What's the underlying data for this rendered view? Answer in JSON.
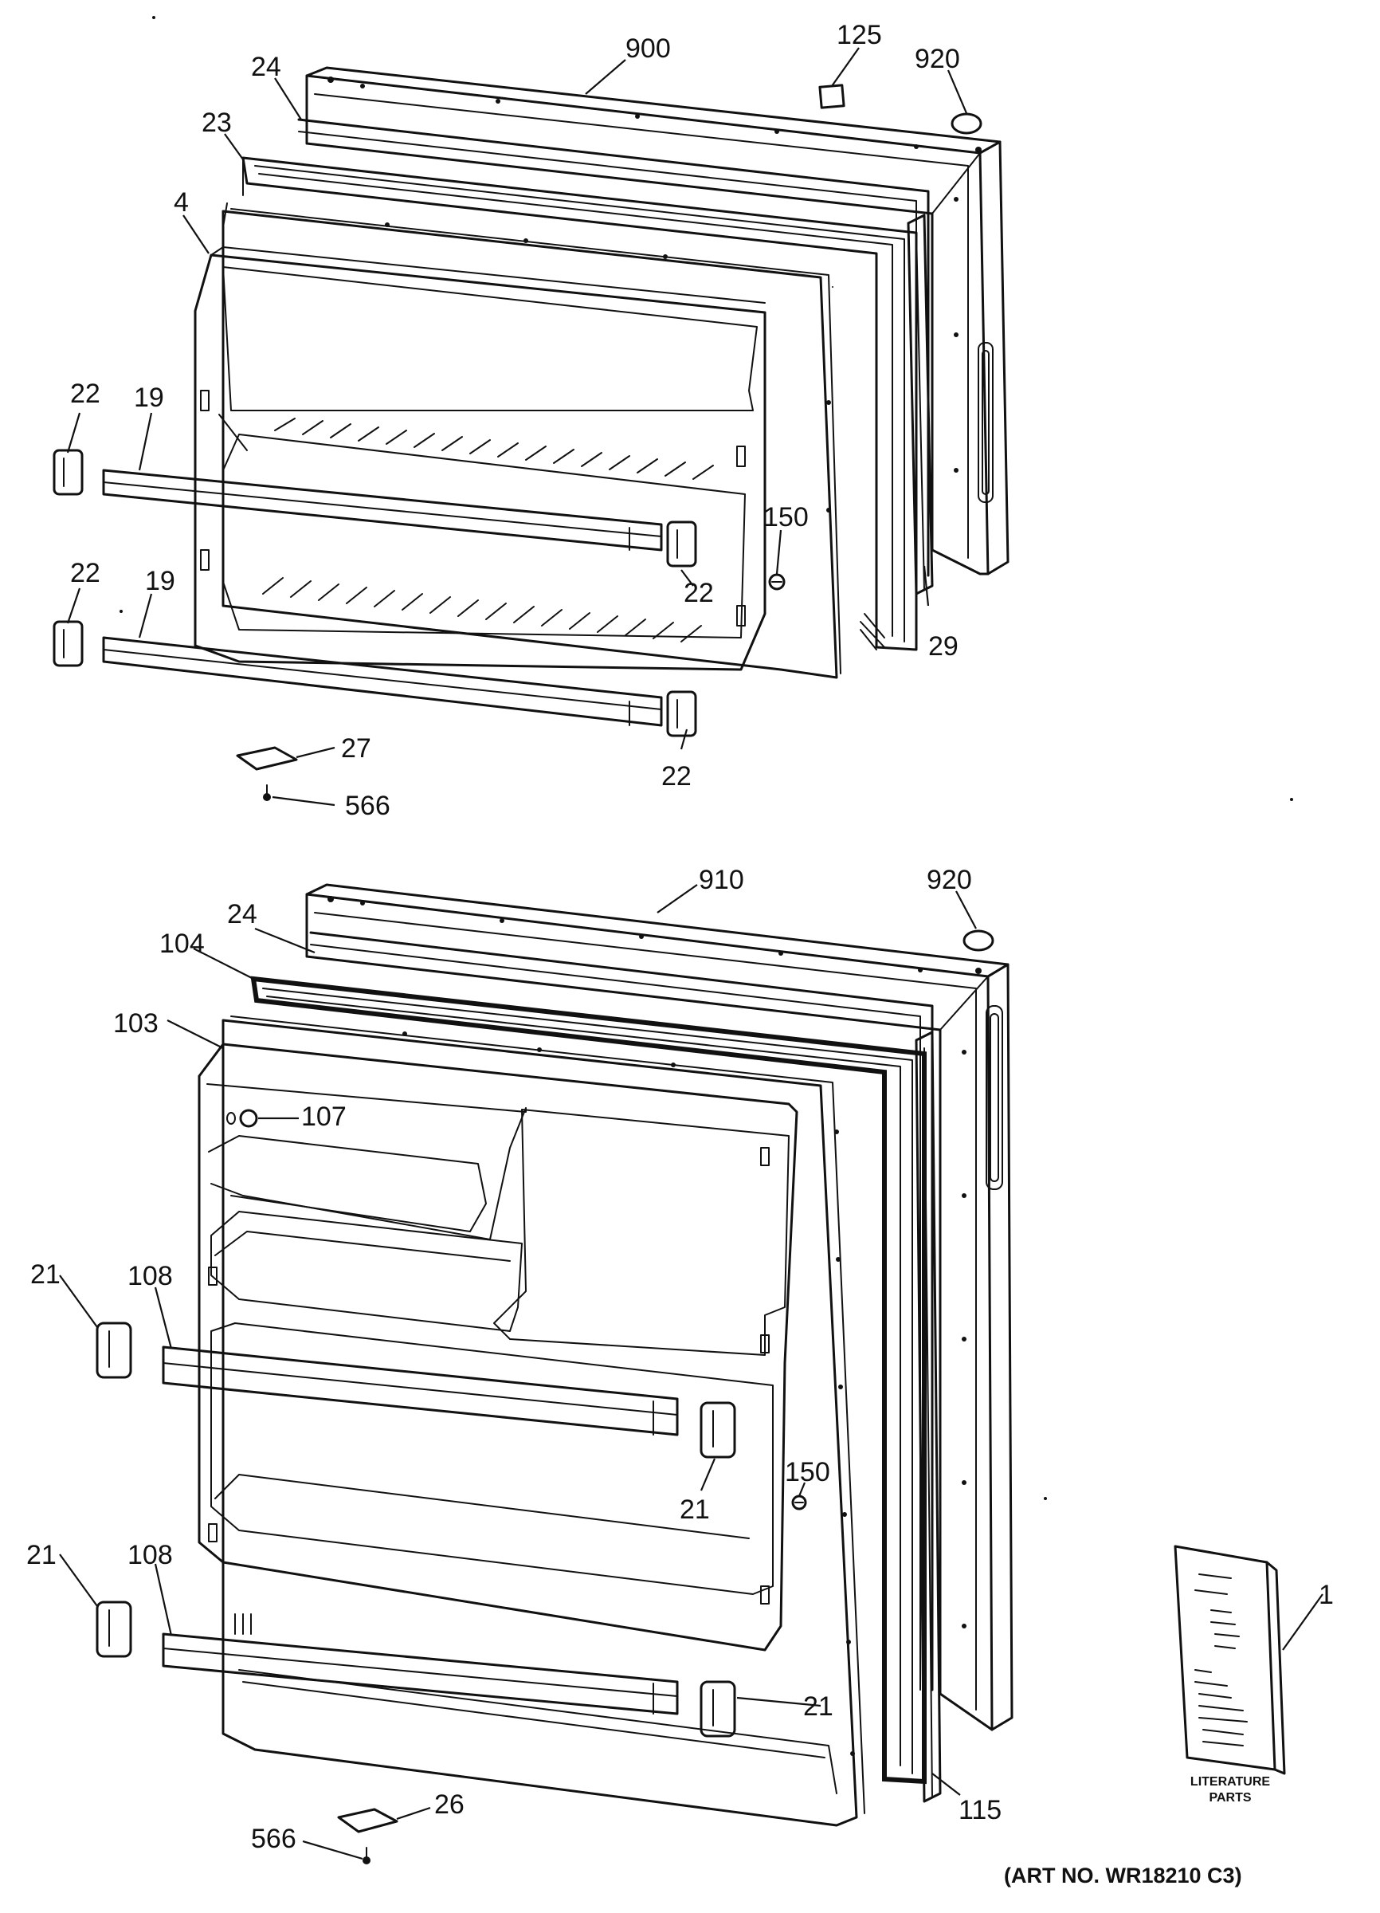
{
  "labels": {
    "top": {
      "p900": "900",
      "p125": "125",
      "p920": "920",
      "p24": "24",
      "p23": "23",
      "p4": "4",
      "p22_a": "22",
      "p19_a": "19",
      "p150": "150",
      "p22_b": "22",
      "p22_c": "22",
      "p19_b": "19",
      "p29": "29",
      "p22_d": "22",
      "p27": "27",
      "p566": "566"
    },
    "bottom": {
      "p910": "910",
      "p920": "920",
      "p24": "24",
      "p104": "104",
      "p103": "103",
      "p107": "107",
      "p21_a": "21",
      "p108_a": "108",
      "p150": "150",
      "p21_b": "21",
      "p108_b": "108",
      "p21_c": "21",
      "p21_d": "21",
      "p1": "1",
      "p115": "115",
      "p26": "26",
      "p566": "566"
    }
  },
  "literature": {
    "line1": "LITERATURE",
    "line2": "PARTS"
  },
  "art_number": "(ART NO. WR18210 C3)"
}
